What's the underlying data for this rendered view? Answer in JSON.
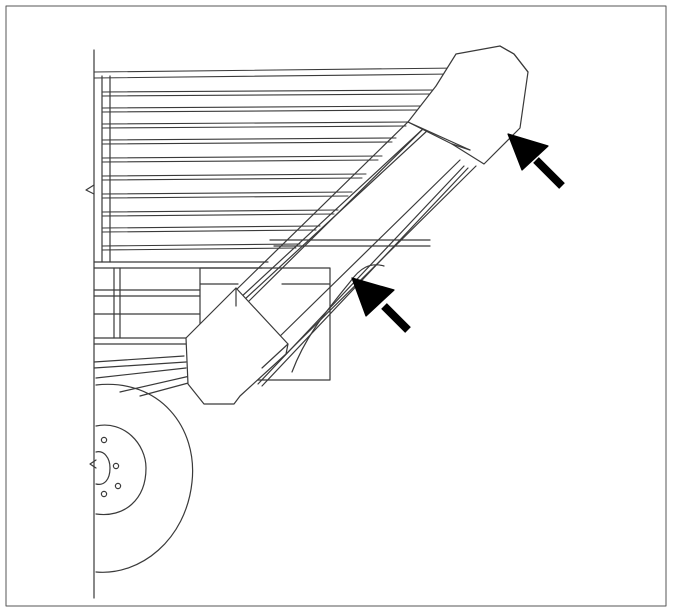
{
  "figure": {
    "colors": {
      "background": "#ffffff",
      "line": "#3a3a3a",
      "arrow": "#000000",
      "frame": "#555555"
    },
    "parts": [
      "frame-border",
      "wagon-body",
      "wagon-slats",
      "wagon-bed",
      "tongue",
      "hopper-box",
      "wheel",
      "conveyor-chute",
      "conveyor-belt-upper",
      "conveyor-belt-lower",
      "head-pulley-housing",
      "tail-pulley-housing",
      "arrow-upper",
      "arrow-lower"
    ]
  }
}
